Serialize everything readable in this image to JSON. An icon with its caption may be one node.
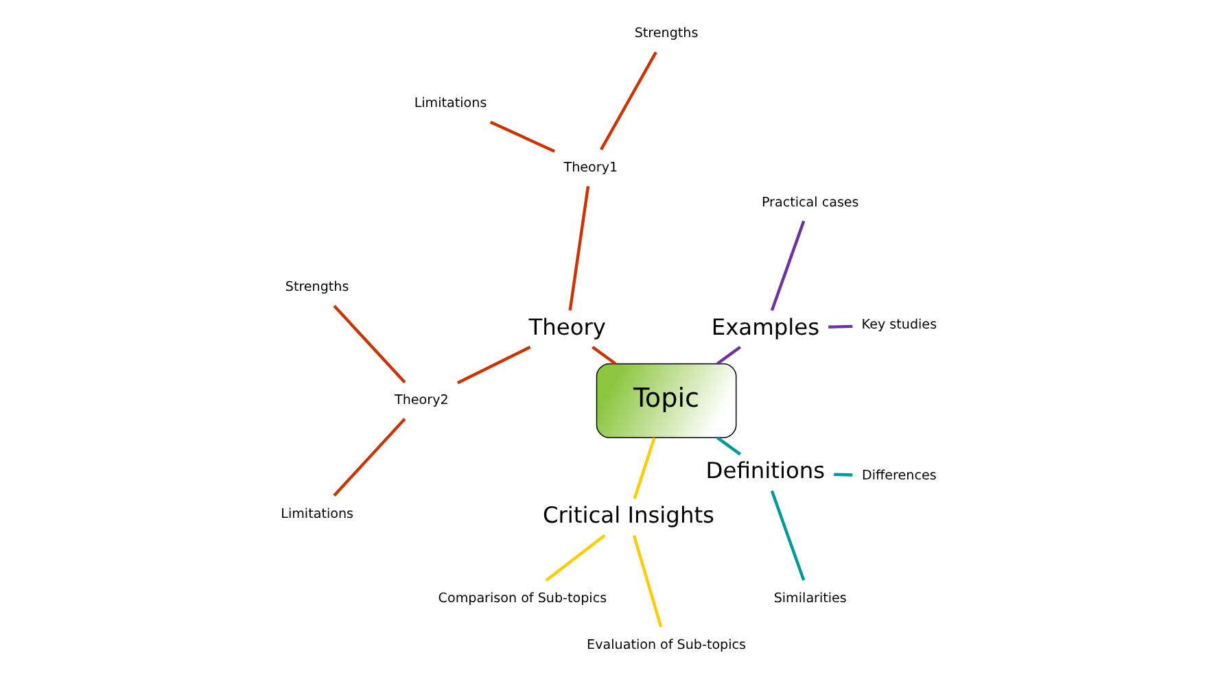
{
  "diagram": {
    "nodes": [
      {
        "text": [
          "Topic"
        ]
      },
      {
        "text": [
          "Examples"
        ]
      },
      {
        "text": [
          "Key studies"
        ]
      },
      {
        "text": [
          "Practical cases"
        ]
      },
      {
        "text": [
          "Theory"
        ]
      },
      {
        "text": [
          "Theory1"
        ]
      },
      {
        "text": [
          "Strengths"
        ]
      },
      {
        "text": [
          "Limitations"
        ]
      },
      {
        "text": [
          "Theory2"
        ]
      },
      {
        "text": [
          "Strengths"
        ]
      },
      {
        "text": [
          "Limitations"
        ]
      },
      {
        "text": [
          "Comparison of Sub-topics"
        ]
      },
      {
        "text": [
          "Evaluation of Sub-topics"
        ]
      },
      {
        "text": [
          "Critical Insights"
        ]
      },
      {
        "text": [
          "Definitions"
        ]
      },
      {
        "text": [
          "Similarities"
        ]
      },
      {
        "text": [
          "Differences"
        ]
      }
    ],
    "edges": [
      {
        "from": 0,
        "to": 1,
        "arrow": "none",
        "color": "#7030a0"
      },
      {
        "from": 1,
        "to": 2,
        "arrow": "none",
        "color": "#7030a0"
      },
      {
        "from": 1,
        "to": 3,
        "arrow": "none",
        "color": "#7030a0"
      },
      {
        "from": 0,
        "to": 4,
        "arrow": "none",
        "color": "#cc3300"
      },
      {
        "from": 4,
        "to": 5,
        "arrow": "none",
        "color": "#cc3300"
      },
      {
        "from": 5,
        "to": 6,
        "arrow": "none",
        "color": "#cc3300"
      },
      {
        "from": 5,
        "to": 7,
        "arrow": "none",
        "color": "#cc3300"
      },
      {
        "from": 4,
        "to": 8,
        "arrow": "none",
        "color": "#cc3300"
      },
      {
        "from": 8,
        "to": 9,
        "arrow": "none",
        "color": "#cc3300"
      },
      {
        "from": 8,
        "to": 10,
        "arrow": "none",
        "color": "#cc3300"
      },
      {
        "from": 0,
        "to": 13,
        "arrow": "none",
        "color": "#ffcc00"
      },
      {
        "from": 13,
        "to": 11,
        "arrow": "none",
        "color": "#ffcc00"
      },
      {
        "from": 13,
        "to": 12,
        "arrow": "none",
        "color": "#ffcc00"
      },
      {
        "from": 0,
        "to": 14,
        "arrow": "none",
        "color": "#009999"
      },
      {
        "from": 14,
        "to": 15,
        "arrow": "none",
        "color": "#009999"
      },
      {
        "from": 14,
        "to": 16,
        "arrow": "none",
        "color": "#009999"
      }
    ]
  }
}
